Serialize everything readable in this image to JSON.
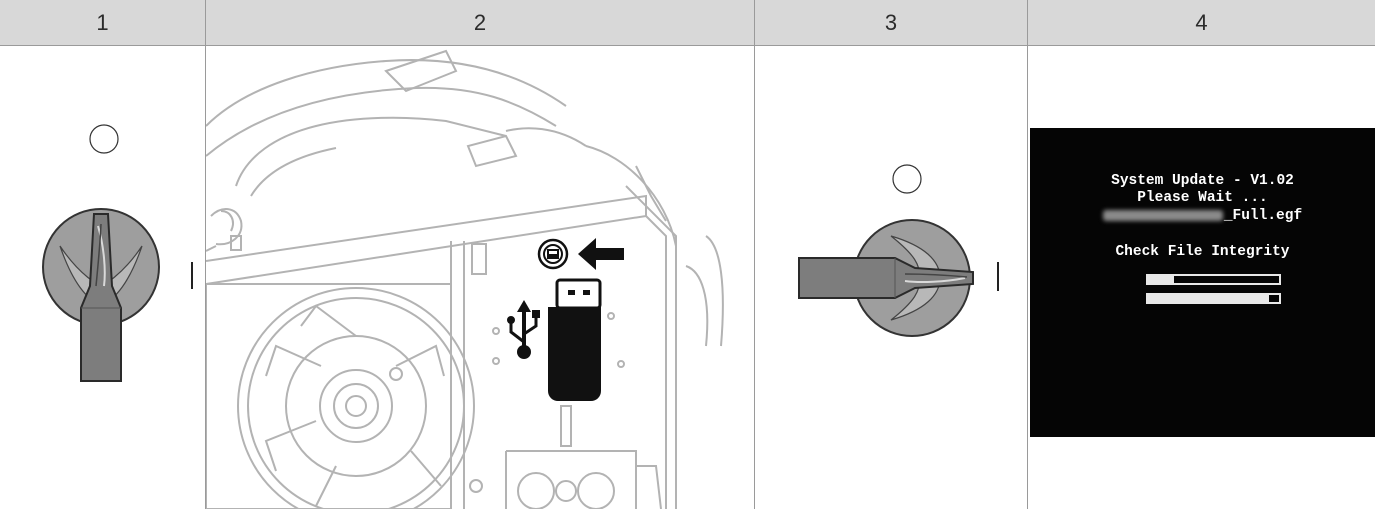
{
  "columns": [
    {
      "number": "1"
    },
    {
      "number": "2"
    },
    {
      "number": "3"
    },
    {
      "number": "4"
    }
  ],
  "switch_off": {
    "off_symbol": "○",
    "on_symbol": "|",
    "position": "off"
  },
  "switch_on": {
    "off_symbol": "○",
    "on_symbol": "|",
    "position": "on"
  },
  "usb_step": {
    "icons": [
      "usb-symbol-icon",
      "usb-flash-drive-icon",
      "usb-port-icon",
      "arrow-left-icon"
    ]
  },
  "screen": {
    "line1": "System Update - V1.02",
    "line2": "Please Wait ...",
    "file_suffix": "_Full.egf",
    "line4": "Check File Integrity",
    "progress": [
      0.2,
      0.92
    ],
    "colors": {
      "background": "#050505",
      "text": "#ffffff"
    }
  }
}
